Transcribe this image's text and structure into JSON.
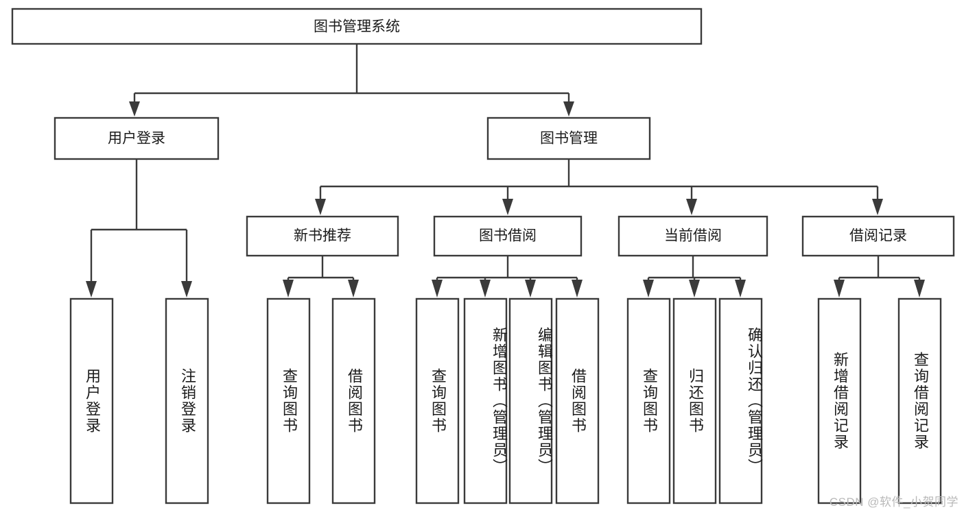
{
  "diagram": {
    "type": "tree-hierarchy",
    "title": "图书管理系统",
    "watermark": "CSDN @软件_小贺同学",
    "colors": {
      "stroke": "#3a3a3a",
      "fill": "#ffffff",
      "text": "#1b1b1b",
      "watermark": "#b9b9b9"
    },
    "root": {
      "id": "root",
      "label": "图书管理系统"
    },
    "level1": [
      {
        "id": "user-login",
        "label": "用户登录"
      },
      {
        "id": "book-manage",
        "label": "图书管理"
      }
    ],
    "level2": [
      {
        "id": "new-book-recommend",
        "label": "新书推荐",
        "parent": "book-manage"
      },
      {
        "id": "book-borrow",
        "label": "图书借阅",
        "parent": "book-manage"
      },
      {
        "id": "current-borrow",
        "label": "当前借阅",
        "parent": "book-manage"
      },
      {
        "id": "borrow-record",
        "label": "借阅记录",
        "parent": "book-manage"
      }
    ],
    "leaves": [
      {
        "id": "leaf-user-login",
        "label": "用户登录",
        "parent": "user-login"
      },
      {
        "id": "leaf-logout-login",
        "label": "注销登录",
        "parent": "user-login"
      },
      {
        "id": "leaf-query-book-1",
        "label": "查询图书",
        "parent": "new-book-recommend"
      },
      {
        "id": "leaf-borrow-book-1",
        "label": "借阅图书",
        "parent": "new-book-recommend"
      },
      {
        "id": "leaf-query-book-2",
        "label": "查询图书",
        "parent": "book-borrow"
      },
      {
        "id": "leaf-add-book",
        "label": "新增图书（管理员）",
        "parent": "book-borrow"
      },
      {
        "id": "leaf-edit-book",
        "label": "编辑图书（管理员）",
        "parent": "book-borrow"
      },
      {
        "id": "leaf-borrow-book-2",
        "label": "借阅图书",
        "parent": "book-borrow"
      },
      {
        "id": "leaf-query-book-3",
        "label": "查询图书",
        "parent": "current-borrow"
      },
      {
        "id": "leaf-return-book",
        "label": "归还图书",
        "parent": "current-borrow"
      },
      {
        "id": "leaf-confirm-return",
        "label": "确认归还（管理员）",
        "parent": "current-borrow"
      },
      {
        "id": "leaf-add-record",
        "label": "新增借阅记录",
        "parent": "borrow-record"
      },
      {
        "id": "leaf-query-record",
        "label": "查询借阅记录",
        "parent": "borrow-record"
      }
    ]
  }
}
